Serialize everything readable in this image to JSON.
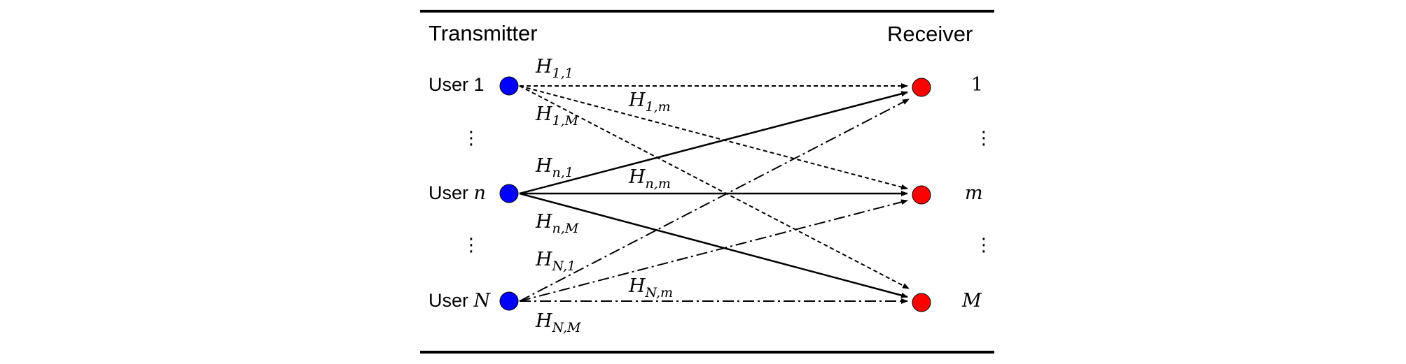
{
  "header": {
    "transmitter": "Transmitter",
    "receiver": "Receiver"
  },
  "users": [
    {
      "prefix": "User ",
      "index": "1"
    },
    {
      "prefix": "User ",
      "index": "n"
    },
    {
      "prefix": "User ",
      "index": "N"
    }
  ],
  "receivers": [
    {
      "index": "1"
    },
    {
      "index": "m"
    },
    {
      "index": "M"
    }
  ],
  "vdots": "⋮",
  "channels": [
    {
      "base": "H",
      "sub": "1,1"
    },
    {
      "base": "H",
      "sub": "1,m"
    },
    {
      "base": "H",
      "sub": "1,M"
    },
    {
      "base": "H",
      "sub": "n,1"
    },
    {
      "base": "H",
      "sub": "n,m"
    },
    {
      "base": "H",
      "sub": "n,M"
    },
    {
      "base": "H",
      "sub": "N,1"
    },
    {
      "base": "H",
      "sub": "N,m"
    },
    {
      "base": "H",
      "sub": "N,M"
    }
  ],
  "colors": {
    "transmitter_node": "#0000ff",
    "receiver_node": "#ff0000",
    "line": "#000000"
  }
}
